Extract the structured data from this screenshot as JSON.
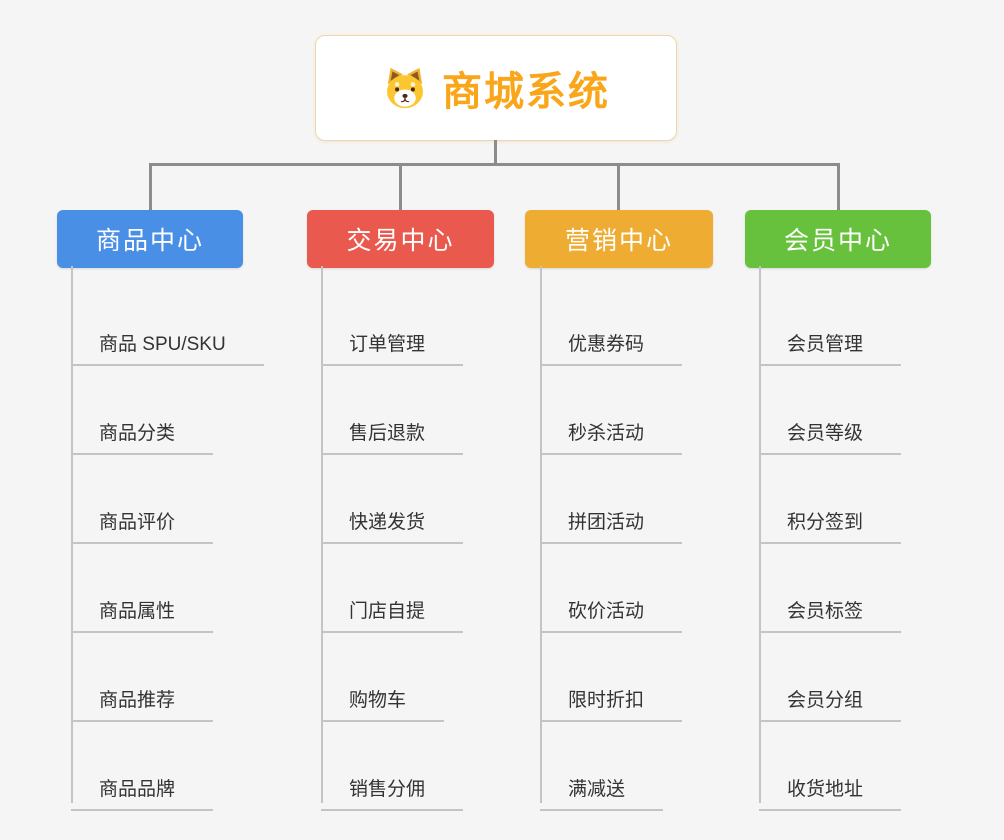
{
  "root": {
    "title": "商城系统",
    "accent": "#f9a61a",
    "icon": "dog-face-icon"
  },
  "colors": {
    "background": "#f5f5f5",
    "connector": "#8c8c8c",
    "child_line": "#c4c4c4"
  },
  "branches": [
    {
      "label": "商品中心",
      "color": "#4a8fe6",
      "children": [
        "商品 SPU/SKU",
        "商品分类",
        "商品评价",
        "商品属性",
        "商品推荐",
        "商品品牌"
      ]
    },
    {
      "label": "交易中心",
      "color": "#e9594e",
      "children": [
        "订单管理",
        "售后退款",
        "快递发货",
        "门店自提",
        "购物车",
        "销售分佣"
      ]
    },
    {
      "label": "营销中心",
      "color": "#eeac33",
      "children": [
        "优惠券码",
        "秒杀活动",
        "拼团活动",
        "砍价活动",
        "限时折扣",
        "满减送"
      ]
    },
    {
      "label": "会员中心",
      "color": "#68c13c",
      "children": [
        "会员管理",
        "会员等级",
        "积分签到",
        "会员标签",
        "会员分组",
        "收货地址"
      ]
    }
  ]
}
